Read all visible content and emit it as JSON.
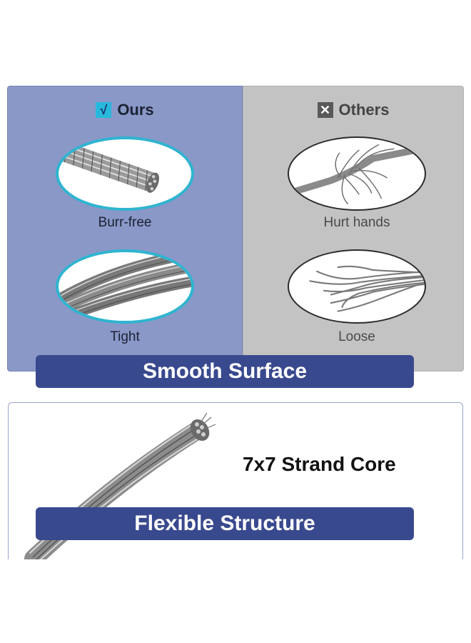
{
  "comparison": {
    "ours": {
      "title": "Ours",
      "icon": "check-icon",
      "icon_glyph": "√",
      "bg_color": "#8a98c8",
      "items": [
        {
          "caption": "Burr-free"
        },
        {
          "caption": "Tight"
        }
      ]
    },
    "others": {
      "title": "Others",
      "icon": "x-icon",
      "icon_glyph": "✕",
      "bg_color": "#c3c3c3",
      "items": [
        {
          "caption": "Hurt hands"
        },
        {
          "caption": "Loose"
        }
      ]
    }
  },
  "banners": {
    "smooth": "Smooth Surface",
    "flexible": "Flexible Structure"
  },
  "structure": {
    "label": "7x7 Strand Core"
  },
  "colors": {
    "banner": "#39498e",
    "ours_ring": "#2fb4d0",
    "check_box": "#28b8dc"
  }
}
